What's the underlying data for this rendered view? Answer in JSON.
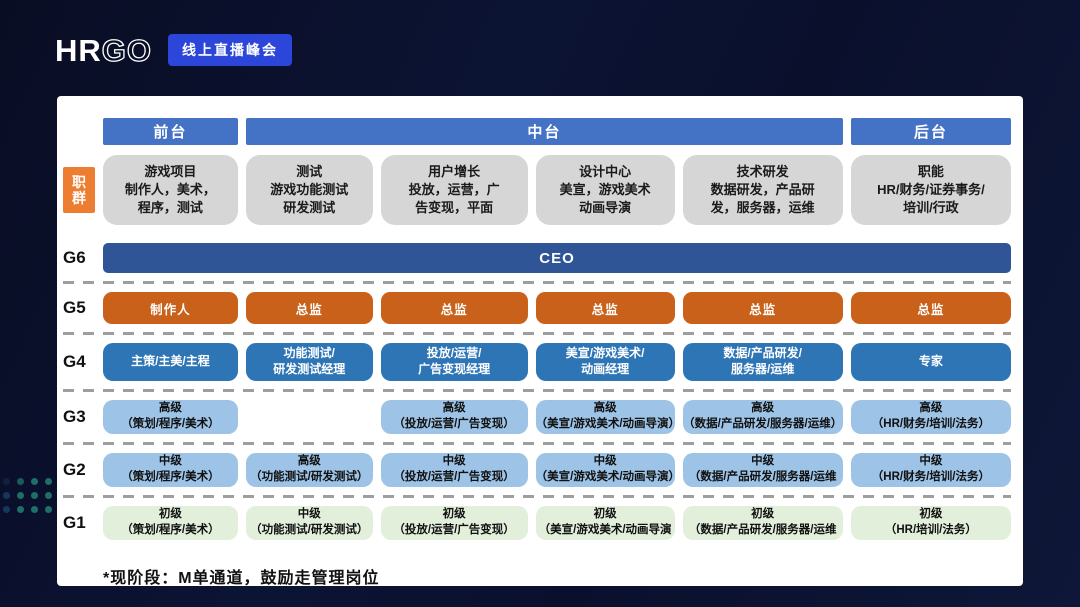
{
  "colors": {
    "badge-blue": "#2b46d8",
    "header-blue": "#4472c4",
    "ceo-blue": "#2f5597",
    "mid-blue": "#2e75b6",
    "light-blue": "#9dc3e6",
    "light-green": "#e2efda",
    "orange": "#c9611a",
    "side-orange": "#ed7d31",
    "box-gray": "#d6d6d6",
    "dash-gray": "#9e9e9e"
  },
  "brand": {
    "logo_hr": "HR",
    "logo_go": "GO",
    "badge": "线上直播峰会"
  },
  "org": {
    "side_label": "职\n群",
    "headers": {
      "front": "前台",
      "middle": "中台",
      "back": "后台"
    },
    "job_groups": [
      "游戏项目\n制作人，美术，\n程序，测试",
      "测试\n游戏功能测试\n研发测试",
      "用户增长\n投放，运营，广\n告变现，平面",
      "设计中心\n美宣，游戏美术\n动画导演",
      "技术研发\n数据研发，产品研\n发，服务器，运维",
      "职能\nHR/财务/证券事务/\n培训/行政"
    ],
    "levels": {
      "g6": {
        "label": "G6",
        "ceo": "CEO"
      },
      "g5": {
        "label": "G5",
        "boxes": [
          "制作人",
          "总监",
          "总监",
          "总监",
          "总监",
          "总监"
        ]
      },
      "g4": {
        "label": "G4",
        "boxes": [
          "主策/主美/主程",
          "功能测试/\n研发测试经理",
          "投放/运营/\n广告变现经理",
          "美宣/游戏美术/\n动画经理",
          "数据/产品研发/\n服务器/运维",
          "专家"
        ]
      },
      "g3": {
        "label": "G3",
        "boxes": [
          "高级\n（策划/程序/美术）",
          "",
          "高级\n（投放/运营/广告变现）",
          "高级\n（美宣/游戏美术/动画导演）",
          "高级\n（数据/产品研发/服务器/运维）",
          "高级\n（HR/财务/培训/法务）"
        ]
      },
      "g2": {
        "label": "G2",
        "boxes": [
          "中级\n（策划/程序/美术）",
          "高级\n（功能测试/研发测试）",
          "中级\n（投放/运营/广告变现）",
          "中级\n（美宣/游戏美术/动画导演）",
          "中级\n（数据/产品研发/服务器/运维",
          "中级\n（HR/财务/培训/法务）"
        ]
      },
      "g1": {
        "label": "G1",
        "boxes": [
          "初级\n（策划/程序/美术）",
          "中级\n（功能测试/研发测试）",
          "初级\n（投放/运营/广告变现）",
          "初级\n（美宣/游戏美术/动画导演",
          "初级\n（数据/产品研发/服务器/运维",
          "初级\n（HR/培训/法务）"
        ]
      }
    },
    "footnote": "*现阶段：M单通道，鼓励走管理岗位"
  }
}
